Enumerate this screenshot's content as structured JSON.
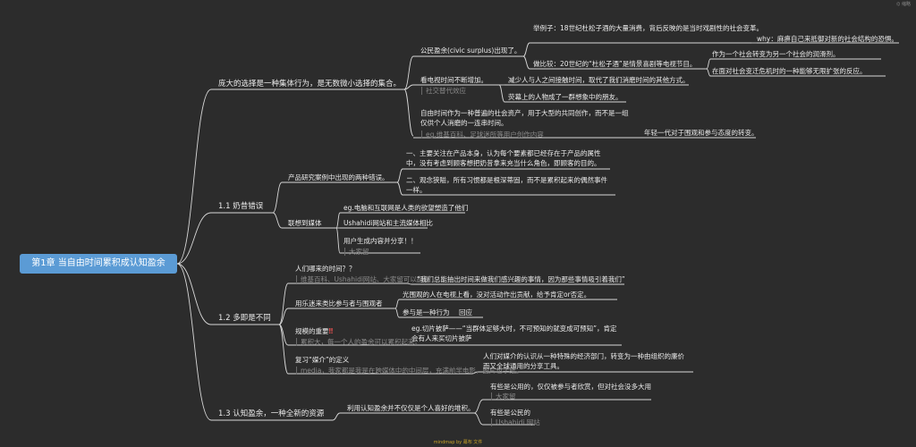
{
  "topright": "⌬ 缩略",
  "root": "第1章 当自由时间累积成认知盈余",
  "b1": {
    "label": "庞大的选择是一种集体行为，是无数微小选择的集合。",
    "c1": "公民盈余(civic surplus)出现了。",
    "c1a": "举例子：18世纪杜松子酒的大量消费，背后反映的是当时戏剧性的社会变革。",
    "c1a1": "why：麻痹自己来抵御对新的社会结构的恐惧。",
    "c1b": "做比较：20世纪的“杜松子酒”是情景喜剧等电视节目。",
    "c1b1": "作为一个社会转变为另一个社会的润滑剂。",
    "c1b2": "在面对社会变迁危机时的一种能够无限扩张的反应。",
    "c2": "看电视时间不断增加。",
    "c2n": "社交替代效应",
    "c2a": "减少人与人之间接触时间，取代了我们消磨时间的其他方式。",
    "c2b": "荧幕上的人物成了一群想象中的朋友。",
    "c3": "自由时间作为一种普遍的社会资产，用于大型的共同创作，而不是一组仅供个人消磨的一连串时间。",
    "c3n": "eg.维基百科、足球迷所等用户创作内容",
    "c3a": "年轻一代对于围观和参与态度的转变。"
  },
  "b2": {
    "label": "1.1 奶昔错误",
    "c1": "产品研究案例中出现的两种错误。",
    "c1a": "一、主要关注在产品本身，认为每个要素都已经存在于产品的属性中，没有考虑到顾客想把奶昔拿来充当什么角色，即顾客的目的。",
    "c1b": "二、观念狭隘，所有习惯都是根深蒂固，而不是累积起来的偶然事件一样。",
    "c2": "联想到媒体",
    "c2a": "eg.电脑和互联网是人类的欲望塑造了他们",
    "c2b": "Ushahidi网站和主流媒体相比",
    "c2c": "用户生成内容并分享！！",
    "c2cn": "大家留"
  },
  "b3": {
    "label": "1.2 多即是不同",
    "c1": "人们哪来的时间？？",
    "c1n": "维基百科、Ushahidi网站、大家留可以翻身",
    "c1a": "“我们总能抽出时间来做我们感兴趣的事情，因为那些事情吸引着我们”",
    "c2": "用乐迷来类比参与者与围观者",
    "c2a": "光围观的人在电视上看，没对活动作出贡献，给予肯定or否定。",
    "c2b": "参与是一种行为",
    "c2b1": "回应",
    "c3": "规模的重要",
    "c3mark": "‼",
    "c3n": "累积大，每一个人的盈余可以累积起来。",
    "c3a": "eg.切片披萨——“当群体足够大时，不可预知的就变成可预知”，肯定会有人来买切片披萨",
    "c4": "复习“媒介”的定义",
    "c4n": "media，我家都是我是在跨媒体中的中间层，充满前学电影，图片也学纸。",
    "c4a": "人们对媒介的认识从一种特殊的经济部门，转变为一种由组织的廉价而又全球通用的分享工具。"
  },
  "b4": {
    "label": "1.3 认知盈余，一种全新的资源",
    "c1": "利用认知盈余并不仅仅是个人喜好的堆积。",
    "c1a": "有些是公用的，仅仅被参与者欣赏，但对社会没多大用",
    "c1an": "大家留",
    "c1b": "有些是公民的",
    "c1bn": "Ushahidi 网站"
  },
  "footer": "mindmap by 幕布 文件"
}
